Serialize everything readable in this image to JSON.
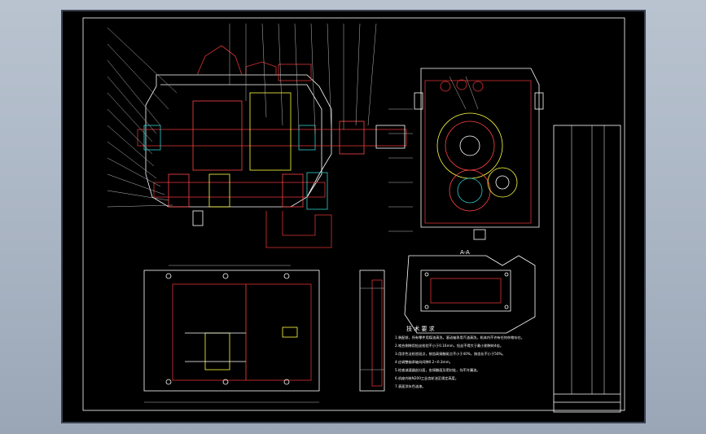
{
  "viewer": {
    "background_color": "#000000",
    "line_color": "#ffffff"
  },
  "drawing": {
    "section_label": "A-A",
    "tech_requirements_title": "技 术 要 求",
    "tech_requirements_lines": [
      "1.装配前，所有零件用煤油清洗，滚动轴承用汽油清洗，机体内不许有任何杂物存在。",
      "2.啮合侧隙用铅丝检验不小于0.16mm，铅丝不得大于最小侧隙的4倍。",
      "3.用涂色法检验斑点，按齿高接触斑点不小于40%，按齿长不小于50%。",
      "4.应调整轴承轴向间隙0.2~0.3mm。",
      "5.检查减速器剖分面，各接触面及密封处，均不许漏油。",
      "6.机座内装N200工业齿轮油至规定高度。",
      "7.表面涂灰色油漆。"
    ]
  }
}
